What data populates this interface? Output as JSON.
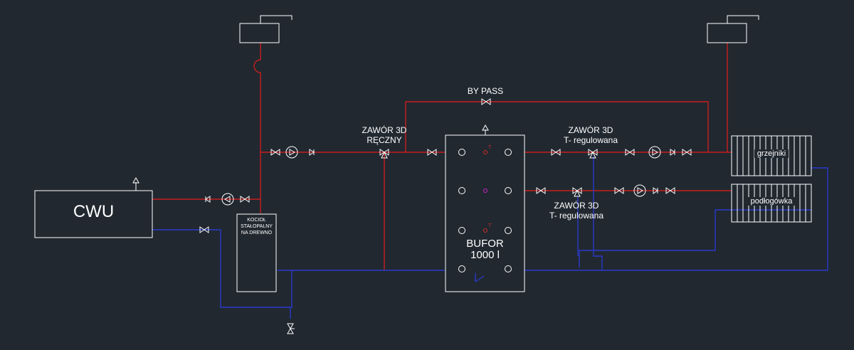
{
  "labels": {
    "cwu": "CWU",
    "kociol": [
      "KOCIOŁ",
      "STAŁOPALNY",
      "NA DREWNO"
    ],
    "bufor": [
      "BUFOR",
      "1000 l"
    ],
    "bypass": "BY PASS",
    "zawor_reczny": [
      "ZAWÓR 3D",
      "RĘCZNY"
    ],
    "zawor_top": [
      "ZAWÓR 3D",
      "T- regulowana"
    ],
    "zawor_bottom": [
      "ZAWÓR 3D",
      "T- regulowana"
    ],
    "grzejniki": "grzejniki",
    "podlogowka": "podłogówka",
    "sensor_mark": "T"
  },
  "colors": {
    "background": "#212830",
    "supply_pipe": "#c81e1e",
    "return_pipe": "#2a3acc",
    "equipment": "#ffffff",
    "sensor": "#d22a2a",
    "sensor_mid": "#cc22cc"
  },
  "icons": [
    "valve-icon",
    "pump-icon",
    "check-valve-icon",
    "three-way-valve-icon",
    "expansion-tank-icon",
    "vent-arrow-icon",
    "drain-valve-icon",
    "sensor-icon"
  ]
}
